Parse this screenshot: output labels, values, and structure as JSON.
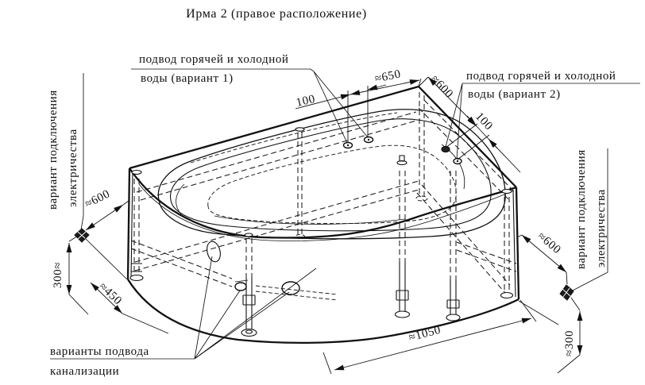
{
  "title": "Ирма 2 (правое расположение)",
  "colors": {
    "ink": "#111111",
    "background": "#ffffff"
  },
  "labels": {
    "water_variant1": {
      "line1": "подвод горячей и холодной",
      "line2": "воды (вариант 1)"
    },
    "water_variant2": {
      "line1": "подвод горячей и холодной",
      "line2": "воды (вариант 2)"
    },
    "electrical_left": {
      "line1": "вариант подключения",
      "line2": "электричества"
    },
    "electrical_right": {
      "line1": "вариант подключения",
      "line2": "электричества"
    },
    "sewerage": {
      "line1": "варианты подвода",
      "line2": "канализации"
    }
  },
  "dimensions": {
    "water1_offset": "≈650",
    "water1_spacing": "100",
    "water2_offset": "≈600",
    "water2_spacing": "100",
    "electric_left_wall_offset": "≈600",
    "electric_left_height": "300≈",
    "drain_wall_offset": "≈450",
    "front_width": "≈1050",
    "electric_right_wall_offset": "≈600",
    "electric_right_height": "≈300"
  }
}
